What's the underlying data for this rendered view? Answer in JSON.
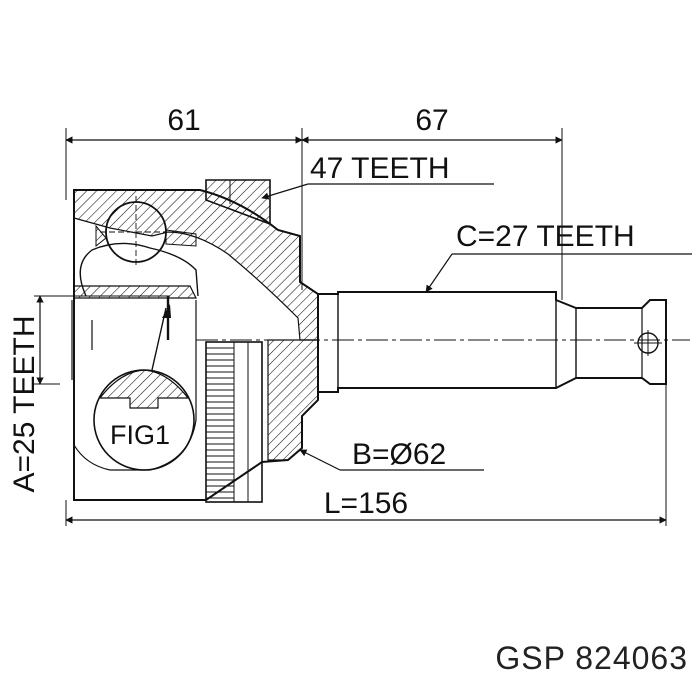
{
  "dimensions": {
    "inner_length": "61",
    "outer_length": "67",
    "spline_outer": "47 TEETH",
    "spline_shaft": "C=27 TEETH",
    "spline_inner": "A=25 TEETH",
    "abs_diameter": "B=Ø62",
    "total_length": "L=156"
  },
  "detail_label": "FIG1",
  "footer": {
    "brand": "GSP",
    "part_number": "824063"
  }
}
